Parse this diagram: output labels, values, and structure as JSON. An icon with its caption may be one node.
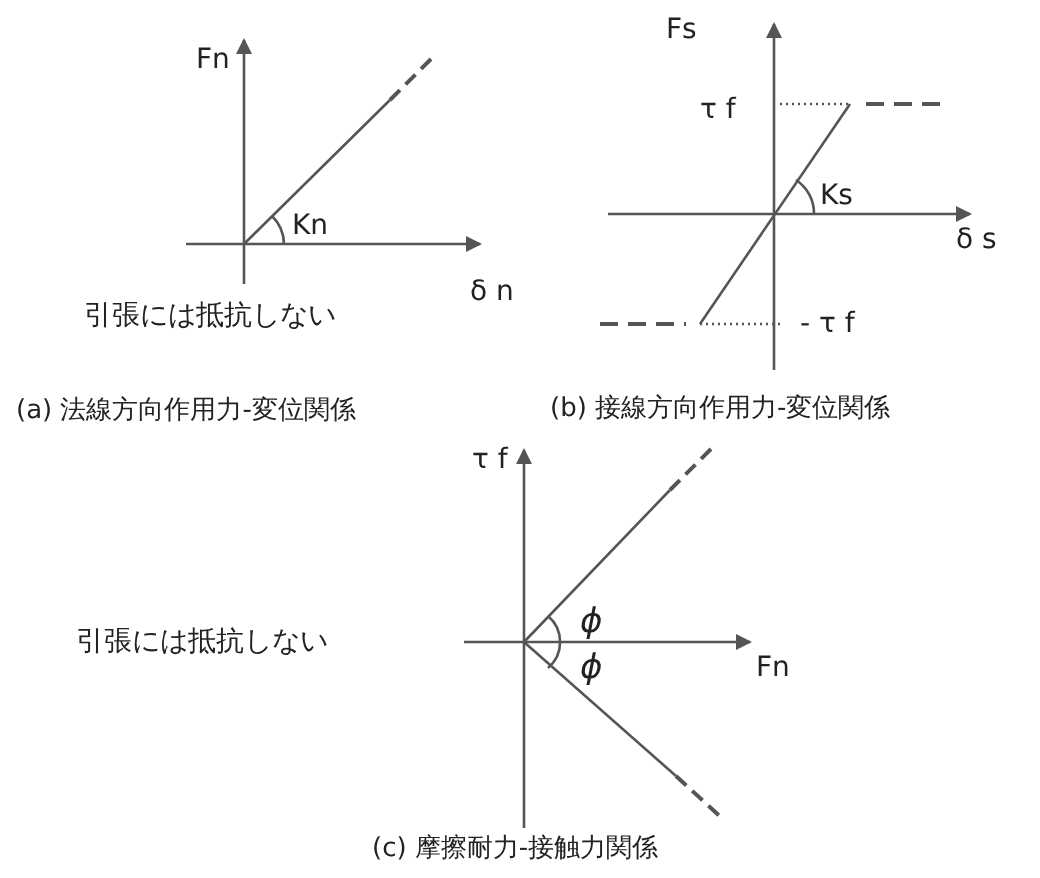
{
  "diagram": {
    "labels": [
      "Fs",
      "Fn",
      "τ f",
      "Kn",
      "Ks",
      "δ n",
      "δ s",
      "引張には抵抗しない",
      "- τ f",
      "(a) 法線方向作用力-変位関係",
      "(b) 接線方向作用力-変位関係",
      "τ f",
      "ϕ",
      "引張には抵抗しない",
      "Fn",
      "ϕ",
      "(c) 摩擦耐力-接触力関係"
    ]
  }
}
